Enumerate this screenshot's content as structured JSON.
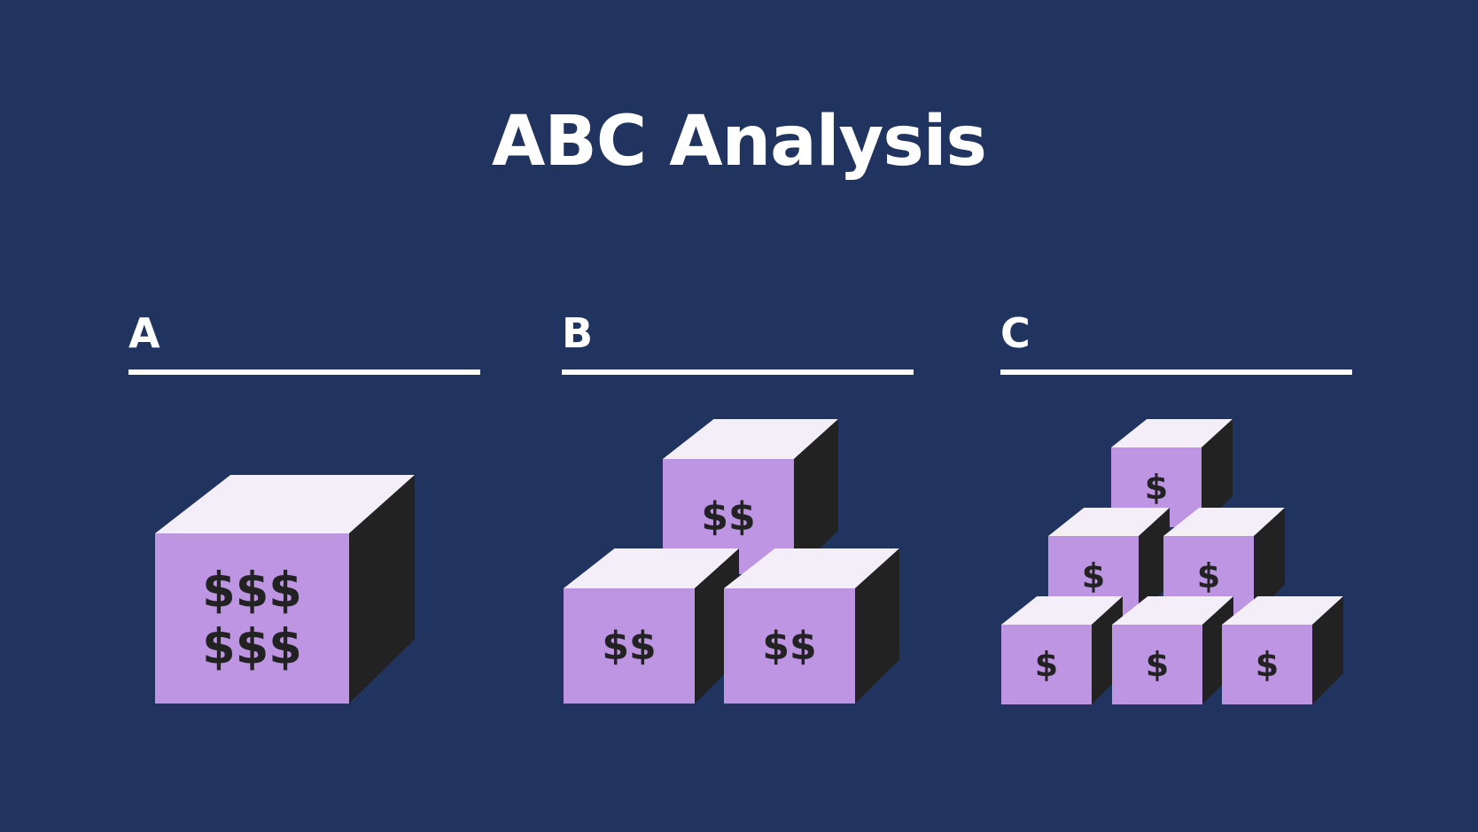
{
  "title": "ABC Analysis",
  "colors": {
    "background": "#21345f",
    "box_front": "#bd95e3",
    "box_top": "#f3eef8",
    "box_side": "#222222",
    "symbol": "#222222",
    "text": "#ffffff"
  },
  "categories": [
    {
      "key": "a",
      "label": "A",
      "boxes": [
        {
          "lines": [
            "$$$",
            "$$$"
          ]
        }
      ]
    },
    {
      "key": "b",
      "label": "B",
      "boxes": [
        {
          "lines": [
            "$$"
          ]
        },
        {
          "lines": [
            "$$"
          ]
        },
        {
          "lines": [
            "$$"
          ]
        }
      ]
    },
    {
      "key": "c",
      "label": "C",
      "boxes": [
        {
          "lines": [
            "$"
          ]
        },
        {
          "lines": [
            "$"
          ]
        },
        {
          "lines": [
            "$"
          ]
        },
        {
          "lines": [
            "$"
          ]
        },
        {
          "lines": [
            "$"
          ]
        },
        {
          "lines": [
            "$"
          ]
        }
      ]
    }
  ]
}
